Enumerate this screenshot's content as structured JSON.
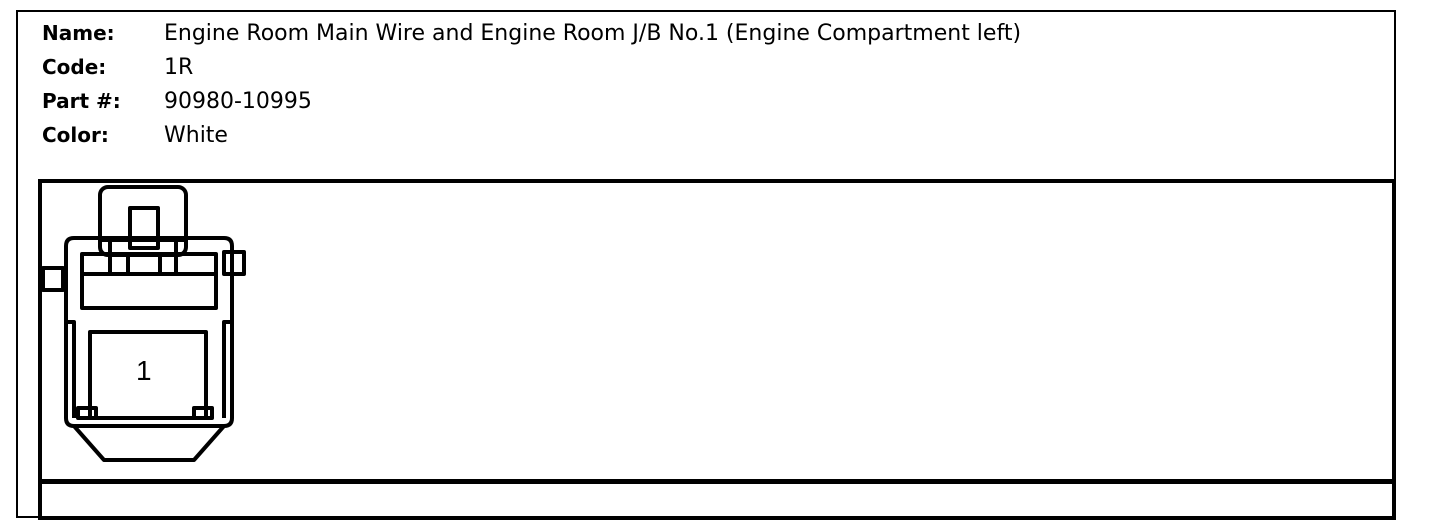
{
  "info": {
    "name_label": "Name:",
    "name_value": "Engine Room Main Wire and Engine Room J/B No.1 (Engine Compartment left)",
    "code_label": "Code:",
    "code_value": "1R",
    "part_label": "Part #:",
    "part_value": "90980-10995",
    "color_label": "Color:",
    "color_value": "White"
  },
  "connector": {
    "icon": "connector-face-icon",
    "pins": [
      "1"
    ]
  }
}
